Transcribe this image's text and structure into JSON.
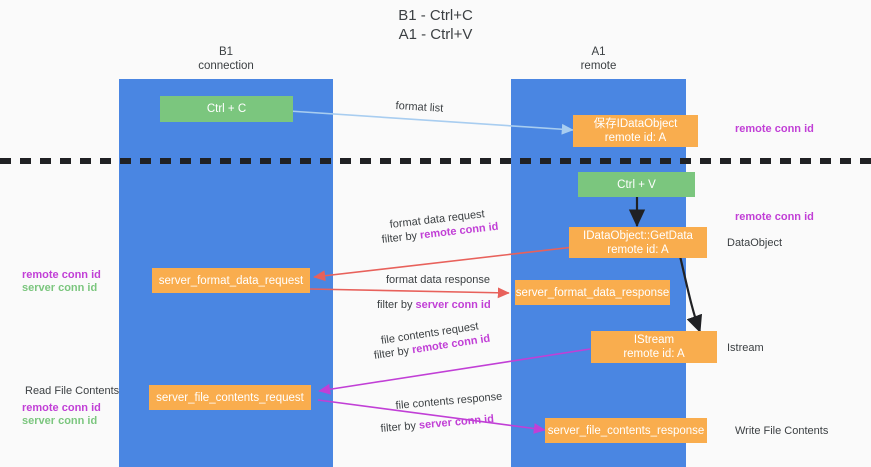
{
  "diagram": {
    "title": "B1 - Ctrl+C\nA1 - Ctrl+V",
    "colors": {
      "lane": "#4a86e2",
      "box_green": "#7bc67e",
      "box_orange": "#f9ad4e",
      "accent_remote": "#c13fd6",
      "accent_server": "#7bc67e",
      "arrow_blue": "#a8cdf0",
      "arrow_red": "#e8615b",
      "arrow_magenta": "#c13fd6",
      "arrow_black": "#202124",
      "background": "#fafafa"
    },
    "lanes": [
      {
        "id": "b1",
        "label": "B1\nconnection"
      },
      {
        "id": "a1",
        "label": "A1\nremote"
      }
    ],
    "nodes": [
      {
        "id": "ctrl-c",
        "label": "Ctrl + C",
        "color": "green",
        "lane": "b1"
      },
      {
        "id": "save-idataobject",
        "label": "保存IDataObject\nremote id: A",
        "color": "orange",
        "lane": "a1"
      },
      {
        "id": "ctrl-v",
        "label": "Ctrl + V",
        "color": "green",
        "lane": "a1"
      },
      {
        "id": "idataobject-getdata",
        "label": "IDataObject::GetData\nremote id: A",
        "color": "orange",
        "lane": "a1"
      },
      {
        "id": "server-format-data-request",
        "label": "server_format_data_request",
        "color": "orange",
        "lane": "b1"
      },
      {
        "id": "server-format-data-response",
        "label": "server_format_data_response",
        "color": "orange",
        "lane": "a1"
      },
      {
        "id": "istream",
        "label": "IStream\nremote id: A",
        "color": "orange",
        "lane": "a1"
      },
      {
        "id": "server-file-contents-request",
        "label": "server_file_contents_request",
        "color": "orange",
        "lane": "b1"
      },
      {
        "id": "server-file-contents-response",
        "label": "server_file_contents_response",
        "color": "orange",
        "lane": "a1"
      }
    ],
    "edge_labels": {
      "format_list": "format list",
      "format_data_request": "format data request",
      "format_data_request_filter_prefix": "filter by ",
      "format_data_request_filter_key": "remote conn id",
      "format_data_response": "format data response",
      "format_data_response_filter_prefix": "filter by ",
      "format_data_response_filter_key": "server conn id",
      "file_contents_request": "file contents request",
      "file_contents_request_filter_prefix": "filter by ",
      "file_contents_request_filter_key": "remote conn id",
      "file_contents_response": "file contents response",
      "file_contents_response_filter_prefix": "filter by ",
      "file_contents_response_filter_key": "server conn id"
    },
    "right_labels": [
      {
        "id": "right-remote-conn-id-1",
        "text": "remote conn id",
        "style": "remote"
      },
      {
        "id": "right-remote-conn-id-2",
        "text": "remote conn id",
        "style": "remote"
      },
      {
        "id": "right-dataobject",
        "text": "DataObject",
        "style": "plain"
      },
      {
        "id": "right-istream",
        "text": "Istream",
        "style": "plain"
      },
      {
        "id": "right-write-file-contents",
        "text": "Write File Contents",
        "style": "plain"
      }
    ],
    "left_labels": [
      {
        "id": "left-remote-conn-id",
        "text": "remote conn id",
        "style": "remote"
      },
      {
        "id": "left-server-conn-id",
        "text": "server conn id",
        "style": "server"
      },
      {
        "id": "left-read-file-contents",
        "text": "Read File Contents",
        "style": "plain"
      },
      {
        "id": "left-remote-conn-id-2",
        "text": "remote conn id",
        "style": "remote"
      },
      {
        "id": "left-server-conn-id-2",
        "text": "server conn id",
        "style": "server"
      }
    ]
  }
}
